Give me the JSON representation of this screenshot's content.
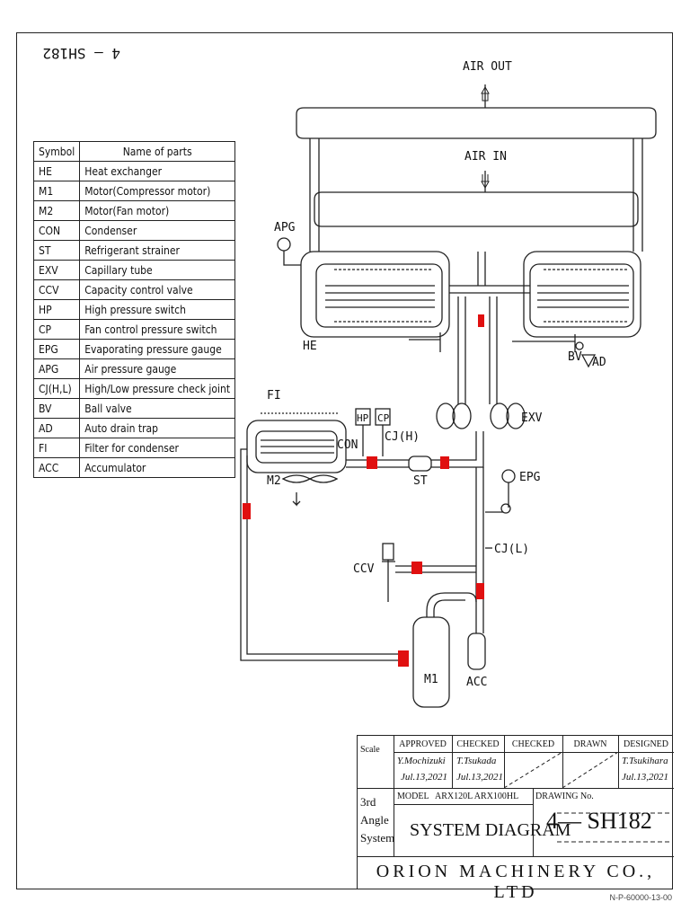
{
  "sheet": {
    "mirror_number": "4 — SH182",
    "footer_code": "N-P-60000-13-00"
  },
  "parts_table": {
    "header": {
      "symbol": "Symbol",
      "name": "Name of parts"
    },
    "rows": [
      {
        "symbol": "HE",
        "name": "Heat exchanger"
      },
      {
        "symbol": "M1",
        "name": "Motor(Compressor motor)"
      },
      {
        "symbol": "M2",
        "name": "Motor(Fan motor)"
      },
      {
        "symbol": "CON",
        "name": "Condenser"
      },
      {
        "symbol": "ST",
        "name": "Refrigerant strainer"
      },
      {
        "symbol": "EXV",
        "name": "Capillary tube"
      },
      {
        "symbol": "CCV",
        "name": "Capacity control valve"
      },
      {
        "symbol": "HP",
        "name": "High pressure switch"
      },
      {
        "symbol": "CP",
        "name": "Fan control pressure switch"
      },
      {
        "symbol": "EPG",
        "name": "Evaporating pressure gauge"
      },
      {
        "symbol": "APG",
        "name": "Air pressure gauge"
      },
      {
        "symbol": "CJ(H,L)",
        "name": "High/Low pressure check joint"
      },
      {
        "symbol": "BV",
        "name": "Ball valve"
      },
      {
        "symbol": "AD",
        "name": "Auto drain trap"
      },
      {
        "symbol": "FI",
        "name": "Filter for condenser"
      },
      {
        "symbol": "ACC",
        "name": "Accumulator"
      }
    ]
  },
  "labels": {
    "air_out": "AIR OUT",
    "air_in": "AIR IN",
    "apg": "APG",
    "he": "HE",
    "bv": "BV",
    "ad": "AD",
    "fi": "FI",
    "hp": "HP",
    "cp": "CP",
    "cj_h": "CJ(H)",
    "con": "CON",
    "m2": "M2",
    "st": "ST",
    "exv": "EXV",
    "epg": "EPG",
    "cj_l": "CJ(L)",
    "ccv": "CCV",
    "m1": "M1",
    "acc": "ACC"
  },
  "title_block": {
    "scale_label": "Scale",
    "headers": [
      "APPROVED",
      "CHECKED",
      "CHECKED",
      "DRAWN",
      "DESIGNED"
    ],
    "names": [
      "Y.Mochizuki",
      "T.Tsukada",
      "",
      "",
      "T.Tsukihara"
    ],
    "dates": [
      "Jul.13,2021",
      "Jul.13,2021",
      "",
      "",
      "Jul.13,2021"
    ],
    "projection": [
      "3rd",
      "Angle",
      "System"
    ],
    "model_label": "MODEL",
    "model_value": "ARX120L ARX100HL",
    "drawing_label": "DRAWING  No.",
    "title": "SYSTEM DIAGRAM",
    "drawing_number": "4— SH182",
    "company": "ORION MACHINERY CO., LTD"
  },
  "colors": {
    "line": "#222222",
    "marker": "#e01010"
  }
}
